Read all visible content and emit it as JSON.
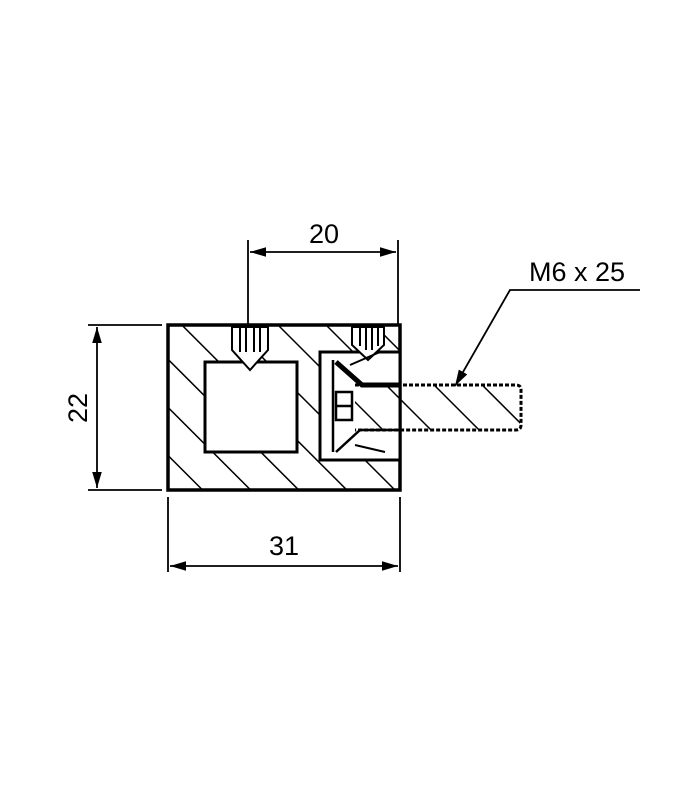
{
  "drawing": {
    "dim_width_top": "20",
    "dim_height": "22",
    "dim_width_bottom": "31",
    "bolt_label": "M6 x 25",
    "line_color": "#000000"
  }
}
